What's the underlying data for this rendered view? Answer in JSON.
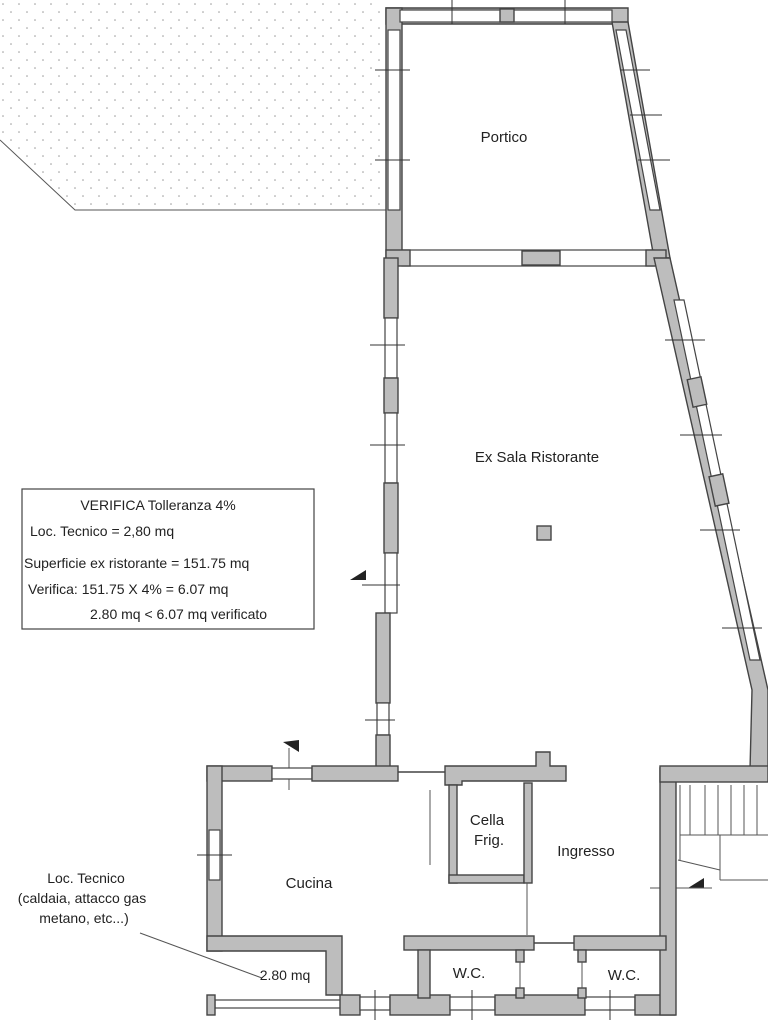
{
  "rooms": {
    "portico": "Portico",
    "sala": "Ex Sala Ristorante",
    "cella_line1": "Cella",
    "cella_line2": "Frig.",
    "ingresso": "Ingresso",
    "cucina": "Cucina",
    "wc1": "W.C.",
    "wc2": "W.C."
  },
  "verifica_box": {
    "title": "VERIFICA Tolleranza 4%",
    "line1": "Loc. Tecnico = 2,80 mq",
    "line2": "Superficie ex ristorante = 151.75 mq",
    "line3": "Verifica: 151.75 X 4% = 6.07 mq",
    "line4": "2.80 mq < 6.07 mq verificato"
  },
  "callout": {
    "line1": "Loc. Tecnico",
    "line2": "(caldaia, attacco gas",
    "line3": "metano, etc...)",
    "area": "2.80 mq"
  }
}
